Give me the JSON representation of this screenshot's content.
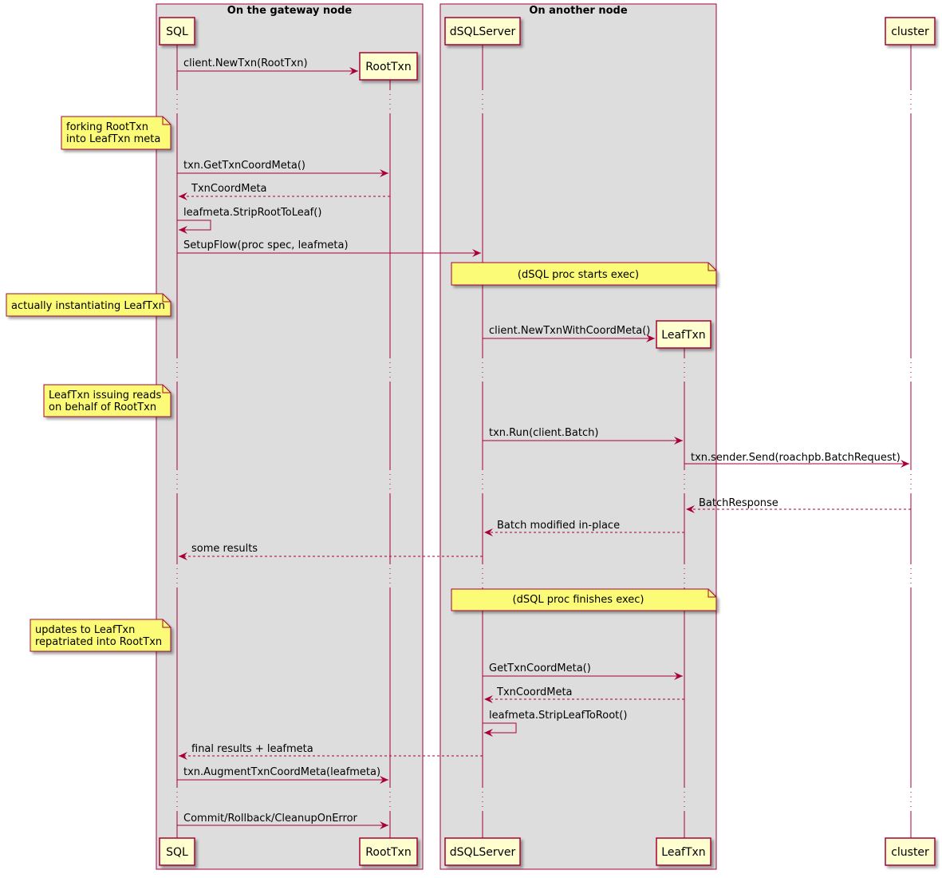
{
  "boxes": {
    "gateway": "On the gateway node",
    "another": "On another node"
  },
  "participants": {
    "sql": "SQL",
    "roottxn": "RootTxn",
    "dsqlserver": "dSQLServer",
    "leaftxn": "LeafTxn",
    "cluster": "cluster"
  },
  "messages": {
    "m1": "client.NewTxn(RootTxn)",
    "m2": "txn.GetTxnCoordMeta()",
    "m3": "TxnCoordMeta",
    "m4": "leafmeta.StripRootToLeaf()",
    "m5": "SetupFlow(proc spec, leafmeta)",
    "m6": "client.NewTxnWithCoordMeta()",
    "m7": "txn.Run(client.Batch)",
    "m8": "txn.sender.Send(roachpb.BatchRequest)",
    "m9": "BatchResponse",
    "m10": "Batch modified in-place",
    "m11": "some results",
    "m12": "GetTxnCoordMeta()",
    "m13": "TxnCoordMeta",
    "m14": "leafmeta.StripLeafToRoot()",
    "m15": "final results + leafmeta",
    "m16": "txn.AugmentTxnCoordMeta(leafmeta)",
    "m17": "Commit/Rollback/CleanupOnError"
  },
  "notes": {
    "n1": [
      "forking RootTxn",
      "into LeafTxn meta"
    ],
    "n2": "(dSQL proc starts exec)",
    "n3": "actually instantiating LeafTxn",
    "n4": [
      "LeafTxn issuing reads",
      "on behalf of RootTxn"
    ],
    "n5": "(dSQL proc finishes exec)",
    "n6": [
      "updates to LeafTxn",
      "repatriated into RootTxn"
    ]
  },
  "colors": {
    "line": "#A80036",
    "participant_fill": "#FEFECE",
    "note_fill": "#FBFB77",
    "box_fill": "#DDDDDD"
  }
}
